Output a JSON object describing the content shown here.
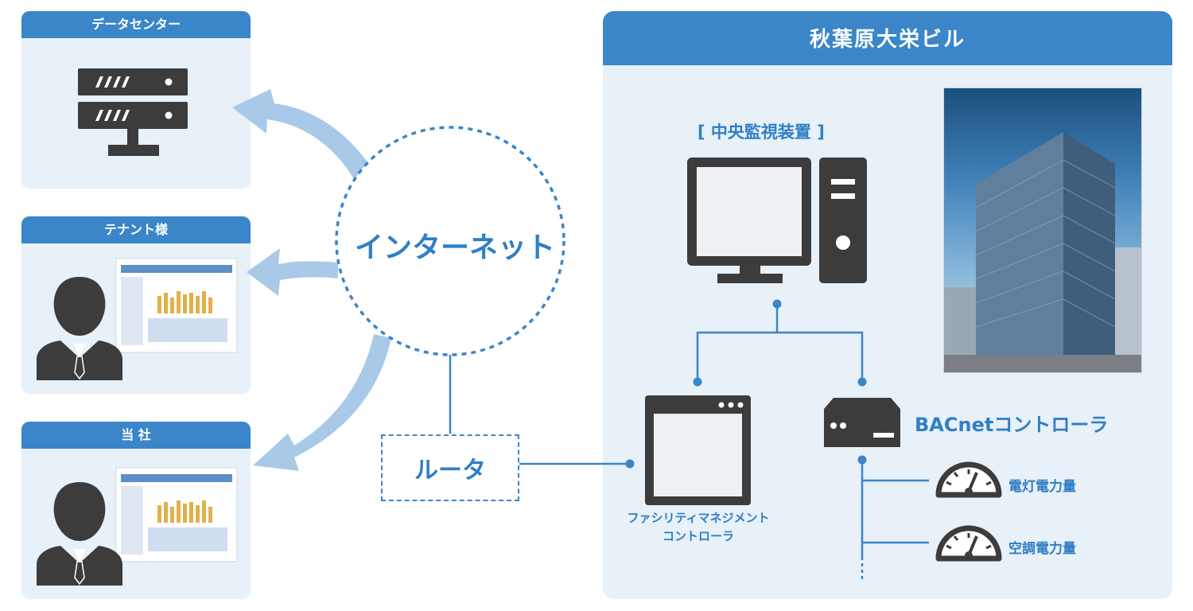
{
  "left_panels": {
    "datacenter": {
      "title": "データセンター"
    },
    "tenant": {
      "title": "テナント様"
    },
    "company": {
      "title": "当 社"
    }
  },
  "internet": {
    "label": "インターネット"
  },
  "router": {
    "label": "ルータ"
  },
  "building": {
    "title": "秋葉原大栄ビル",
    "monitor_label": "[ 中央監視装置 ]",
    "fmc_label_line1": "ファシリティマネジメント",
    "fmc_label_line2": "コントローラ",
    "bacnet_label": "BACnetコントローラ",
    "meters": [
      {
        "label": "電灯電力量"
      },
      {
        "label": "空調電力量"
      }
    ]
  },
  "colors": {
    "accent_blue": "#3a86c8",
    "panel_bg": "#e8f0f8",
    "icon_dark": "#3c3c3c",
    "arrow_light_blue": "#a9c9e8"
  },
  "icons": [
    "server-icon",
    "person-icon",
    "monitor-icon",
    "pc-tower-icon",
    "browser-window-icon",
    "controller-box-icon",
    "gauge-icon"
  ]
}
